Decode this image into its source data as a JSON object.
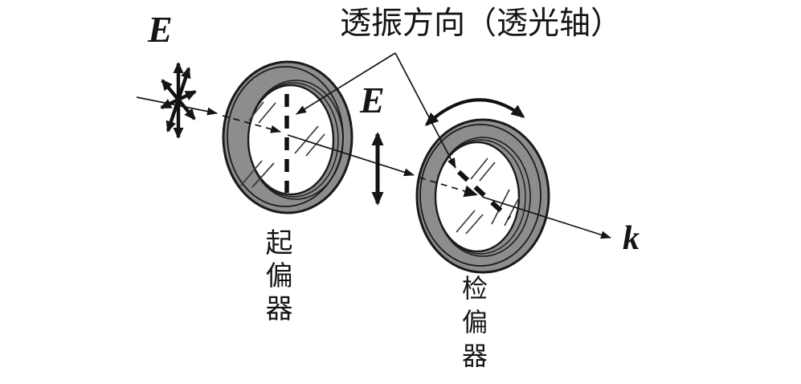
{
  "figure": {
    "title": "透振方向（透光轴）",
    "incident_field_label": "E",
    "transmitted_field_label": "E",
    "wave_vector_label": "k",
    "polarizer_label": "起偏器",
    "analyzer_label": "检偏器"
  },
  "colors": {
    "background": "#ffffff",
    "ink": "#151515",
    "ring_fill": "#8d8d8d",
    "ring_outline": "#1a1a1a",
    "hatch": "#3a3a3a"
  }
}
